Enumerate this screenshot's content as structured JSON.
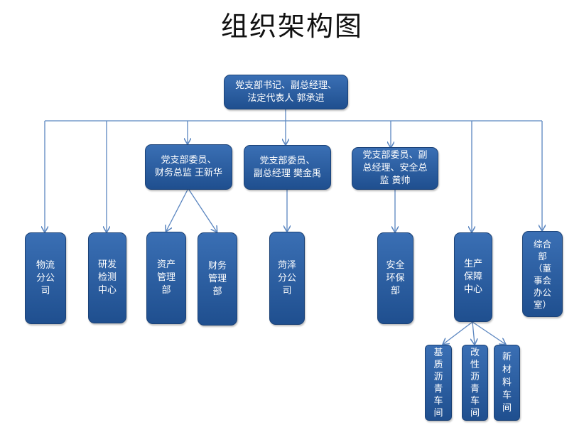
{
  "title": "组织架构图",
  "nodes": {
    "root": "党支部书记、副总经理、\n法定代表人  郭承进",
    "finance_director": "党支部委员、\n财务总监  王新华",
    "deputy_gm_fan": "党支部委员、\n副总经理  樊金禹",
    "safety_director": "党支部委员、副\n总经理、安全总\n监  黄帅",
    "logistics": "物流\n分公\n司",
    "rnd": "研发\n检测\n中心",
    "assets": "资产\n管理\n部",
    "finance": "财务\n管理\n部",
    "heze": "菏泽\n分公\n司",
    "safety_env": "安全\n环保\n部",
    "production": "生产\n保障\n中心",
    "general": "综合\n部\n（董\n事会\n办公\n室）",
    "base_asphalt": "基\n质\n沥\n青\n车\n间",
    "modified_asphalt": "改\n性\n沥\n青\n车\n间",
    "new_material": "新\n材\n料\n车\n间"
  },
  "colors": {
    "box": "#2c5fa3",
    "line": "#5b86c0"
  }
}
